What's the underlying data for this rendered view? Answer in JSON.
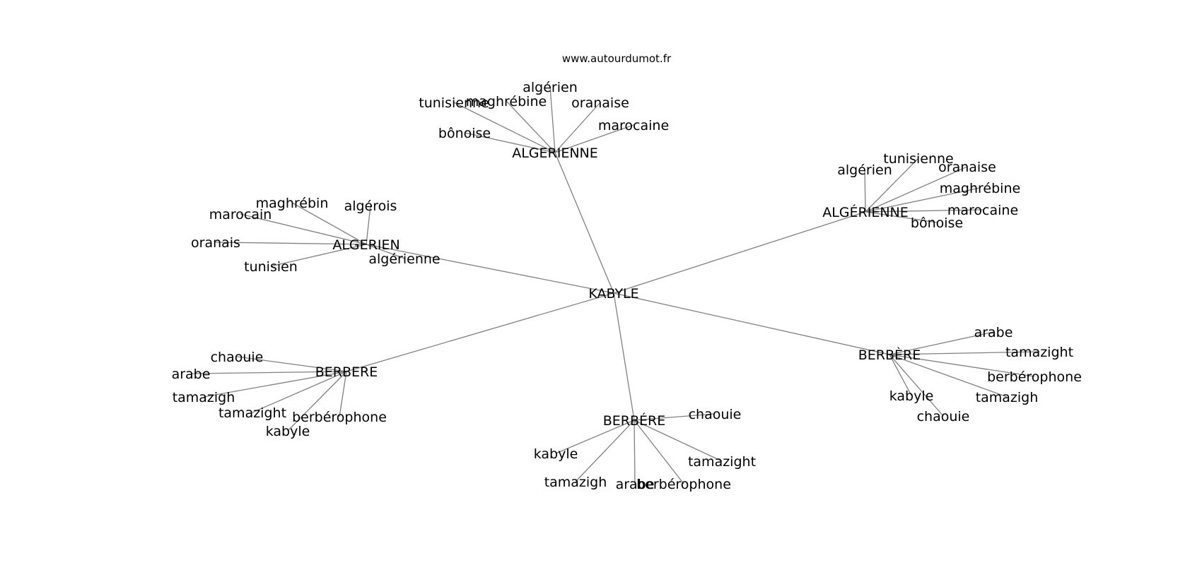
{
  "source": "www.autourdumot.fr",
  "colors": {
    "edge": "#808080",
    "text": "#000000",
    "background": "#ffffff"
  },
  "root": "KABYLE",
  "clusters": [
    {
      "word": "ALGERIENNE",
      "children": [
        "algérien",
        "tunisienne",
        "maghrébine",
        "oranaise",
        "marocaine",
        "bônoise"
      ]
    },
    {
      "word": "ALGÉRIENNE",
      "children": [
        "algérien",
        "tunisienne",
        "oranaise",
        "maghrébine",
        "marocaine",
        "bônoise"
      ]
    },
    {
      "word": "ALGERIEN",
      "children": [
        "maghrébin",
        "algérois",
        "marocain",
        "oranais",
        "tunisien",
        "algérienne"
      ]
    },
    {
      "word": "BERBERE",
      "children": [
        "chaouie",
        "arabe",
        "tamazigh",
        "tamazight",
        "berbérophone",
        "kabyle"
      ]
    },
    {
      "word": "BERBÉRE",
      "children": [
        "chaouie",
        "kabyle",
        "tamazigh",
        "arabe",
        "berbérophone",
        "tamazight"
      ]
    },
    {
      "word": "BERBÈRE",
      "children": [
        "arabe",
        "tamazight",
        "berbérophone",
        "tamazigh",
        "kabyle",
        "chaouie"
      ]
    }
  ]
}
